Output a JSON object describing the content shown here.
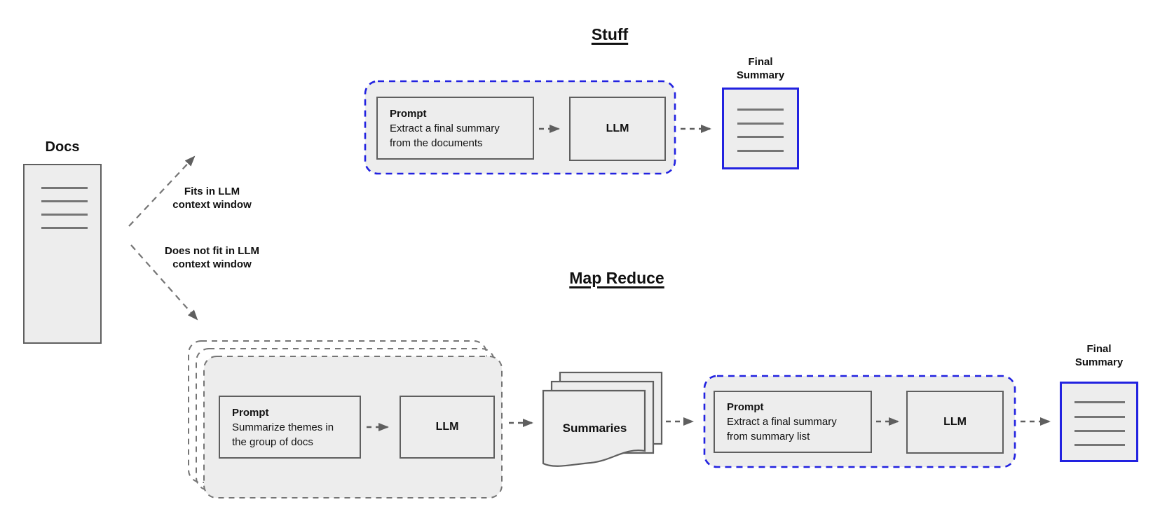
{
  "colors": {
    "accent_blue": "#2222e0",
    "fill_gray": "#ededed",
    "border_gray": "#5f5f5f",
    "dash_gray": "#757575"
  },
  "docs": {
    "label": "Docs"
  },
  "branches": {
    "fits": "Fits in LLM\ncontext window",
    "does_not_fit": "Does not fit in LLM\ncontext window"
  },
  "stuff": {
    "title": "Stuff",
    "prompt": {
      "title": "Prompt",
      "body": "Extract a final summary\nfrom the documents"
    },
    "llm": "LLM",
    "final_summary": "Final\nSummary"
  },
  "map_reduce": {
    "title": "Map Reduce",
    "map_prompt": {
      "title": "Prompt",
      "body": "Summarize themes in\nthe group of docs"
    },
    "map_llm": "LLM",
    "summaries": "Summaries",
    "reduce_prompt": {
      "title": "Prompt",
      "body": "Extract a final summary\nfrom summary list"
    },
    "reduce_llm": "LLM",
    "final_summary": "Final\nSummary"
  }
}
